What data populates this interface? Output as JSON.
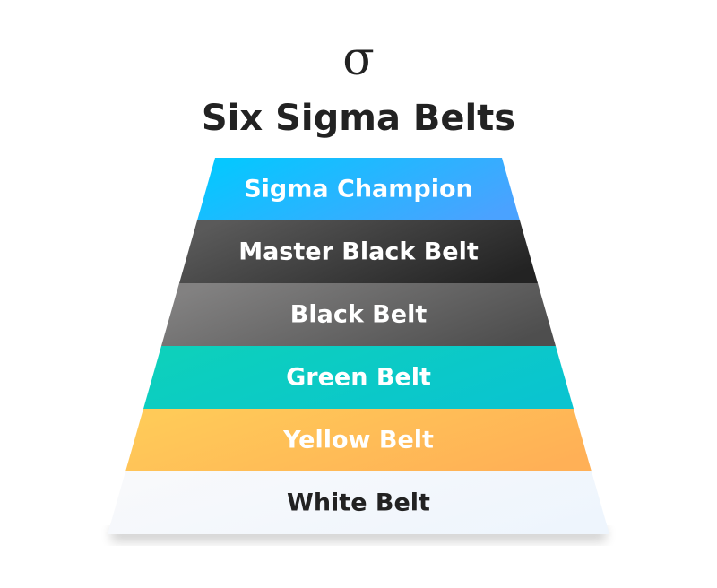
{
  "header": {
    "symbol": "σ",
    "title": "Six Sigma Belts"
  },
  "pyramid": {
    "levels": [
      {
        "label": "Sigma Champion",
        "colors": [
          "#06c7ff",
          "#4aa2ff"
        ],
        "text_color": "#ffffff"
      },
      {
        "label": "Master Black Belt",
        "colors": [
          "#5a5a5a",
          "#232323"
        ],
        "text_color": "#ffffff"
      },
      {
        "label": "Black Belt",
        "colors": [
          "#828181",
          "#4e4e4e"
        ],
        "text_color": "#ffffff"
      },
      {
        "label": "Green Belt",
        "colors": [
          "#0dd0bc",
          "#0ac4d0"
        ],
        "text_color": "#ffffff"
      },
      {
        "label": "Yellow Belt",
        "colors": [
          "#ffca58",
          "#ffb056"
        ],
        "text_color": "#ffffff"
      },
      {
        "label": "White Belt",
        "colors": [
          "#f8f9fb",
          "#eef5fd"
        ],
        "text_color": "#222222"
      }
    ]
  }
}
